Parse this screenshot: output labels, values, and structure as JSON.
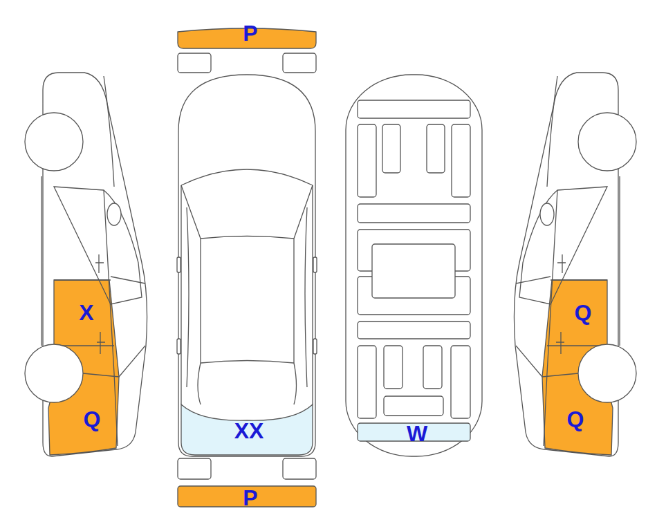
{
  "diagram": {
    "labels": [
      "P",
      "X",
      "Q",
      "XX",
      "W",
      "Q",
      "Q",
      "P"
    ]
  }
}
